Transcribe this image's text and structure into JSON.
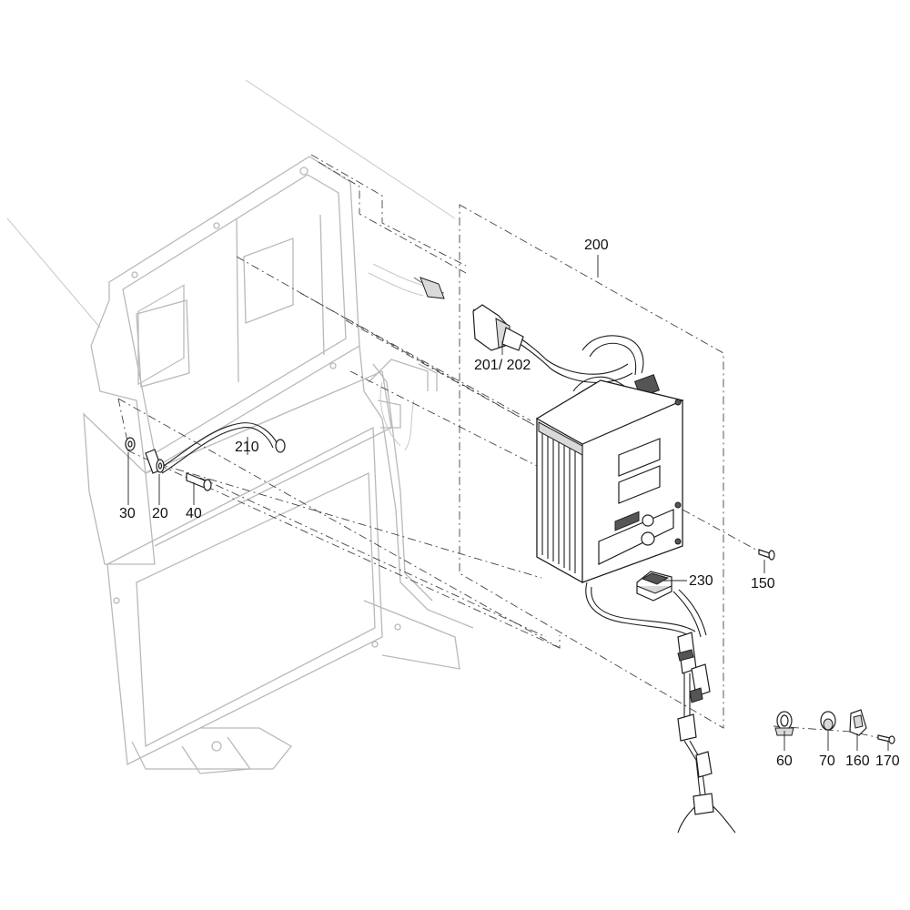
{
  "callouts": {
    "c200": "200",
    "c201_202": "201/ 202",
    "c210": "210",
    "c30": "30",
    "c20": "20",
    "c40": "40",
    "c230": "230",
    "c150": "150",
    "c60": "60",
    "c70": "70",
    "c160": "160",
    "c170": "170"
  }
}
